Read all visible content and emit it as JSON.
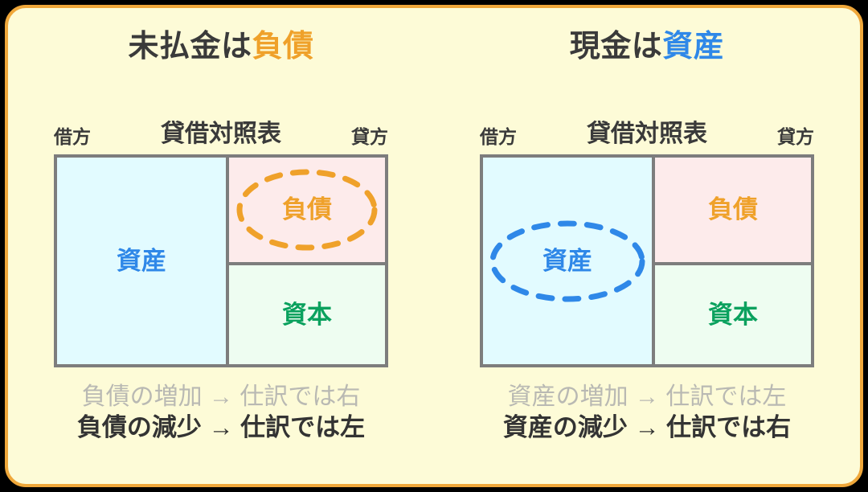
{
  "card": {
    "background_color": "#fdfbd7",
    "border_color": "#efa73a",
    "outside_color": "#000000"
  },
  "colors": {
    "asset_blue": "#2f88e8",
    "liability_orange": "#efa12a",
    "equity_green": "#0aa15e",
    "asset_fill": "#e2fbff",
    "liability_fill": "#fdebeb",
    "equity_fill": "#eefdf1",
    "table_border": "#7d7d7d",
    "text_dark": "#3a3a3a",
    "text_faint": "#b9b9b3"
  },
  "panels": [
    {
      "id": "accounts-payable-is-liability",
      "title": {
        "prefix": "未払金は",
        "accent": "負債",
        "accent_color": "#efa12a"
      },
      "balance_sheet": {
        "left_side_label": "借方",
        "center_label": "貸借対照表",
        "right_side_label": "貸方",
        "cells": {
          "asset": "資産",
          "liability": "負債",
          "equity": "資本"
        },
        "highlight": {
          "target": "liability",
          "shape": "dashed-ellipse",
          "color": "#efa12a"
        }
      },
      "footnotes": [
        {
          "text": "負債の増加 → 仕訳では右",
          "emphasis": "faint"
        },
        {
          "text": "負債の減少 → 仕訳では左",
          "emphasis": "strong"
        }
      ]
    },
    {
      "id": "cash-is-asset",
      "title": {
        "prefix": "現金は",
        "accent": "資産",
        "accent_color": "#2f88e8"
      },
      "balance_sheet": {
        "left_side_label": "借方",
        "center_label": "貸借対照表",
        "right_side_label": "貸方",
        "cells": {
          "asset": "資産",
          "liability": "負債",
          "equity": "資本"
        },
        "highlight": {
          "target": "asset",
          "shape": "dashed-ellipse",
          "color": "#2f88e8"
        }
      },
      "footnotes": [
        {
          "text": "資産の増加 → 仕訳では左",
          "emphasis": "faint"
        },
        {
          "text": "資産の減少 → 仕訳では右",
          "emphasis": "strong"
        }
      ]
    }
  ]
}
